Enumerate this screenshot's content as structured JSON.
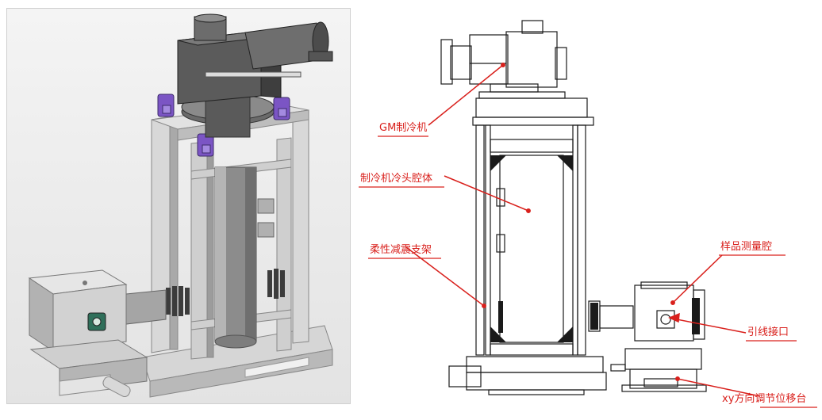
{
  "labels": {
    "gm_cryocooler": "GM制冷机",
    "cold_head_chamber": "制冷机冷头腔体",
    "flexible_damping_frame": "柔性减震支架",
    "sample_chamber": "样品测量腔",
    "wire_port": "引线接口",
    "xy_stage": "xy方向调节位移台"
  },
  "colors": {
    "label_red": "#d9201c",
    "purple_clamp": "#7b55c4",
    "dark_metal": "#4a4a4a",
    "light_metal": "#cfcfcf"
  }
}
